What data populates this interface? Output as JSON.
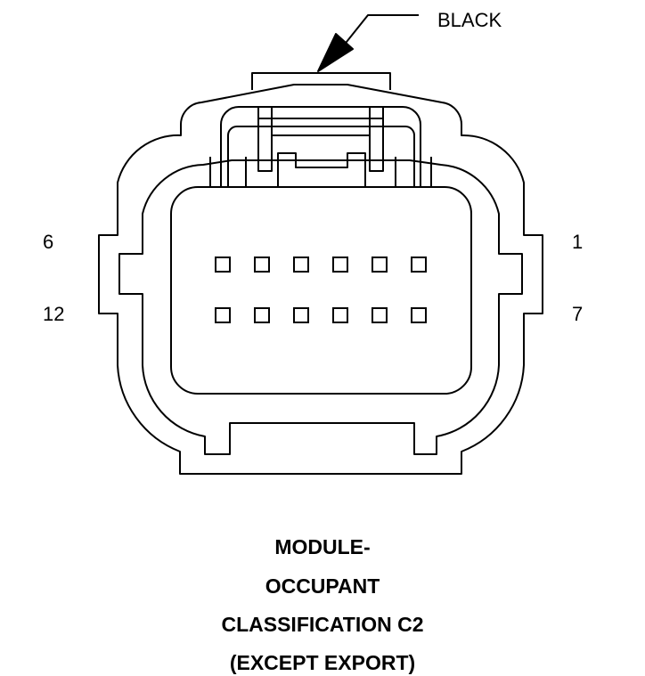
{
  "connector": {
    "color_callout": "BLACK",
    "pin_labels": {
      "top_left": "6",
      "bottom_left": "12",
      "top_right": "1",
      "bottom_right": "7"
    },
    "pin_count": 12,
    "line_color": "#000000",
    "background": "#ffffff"
  },
  "caption": {
    "line1": "MODULE-",
    "line2": "OCCUPANT",
    "line3": "CLASSIFICATION C2",
    "line4": "(EXCEPT EXPORT)"
  }
}
